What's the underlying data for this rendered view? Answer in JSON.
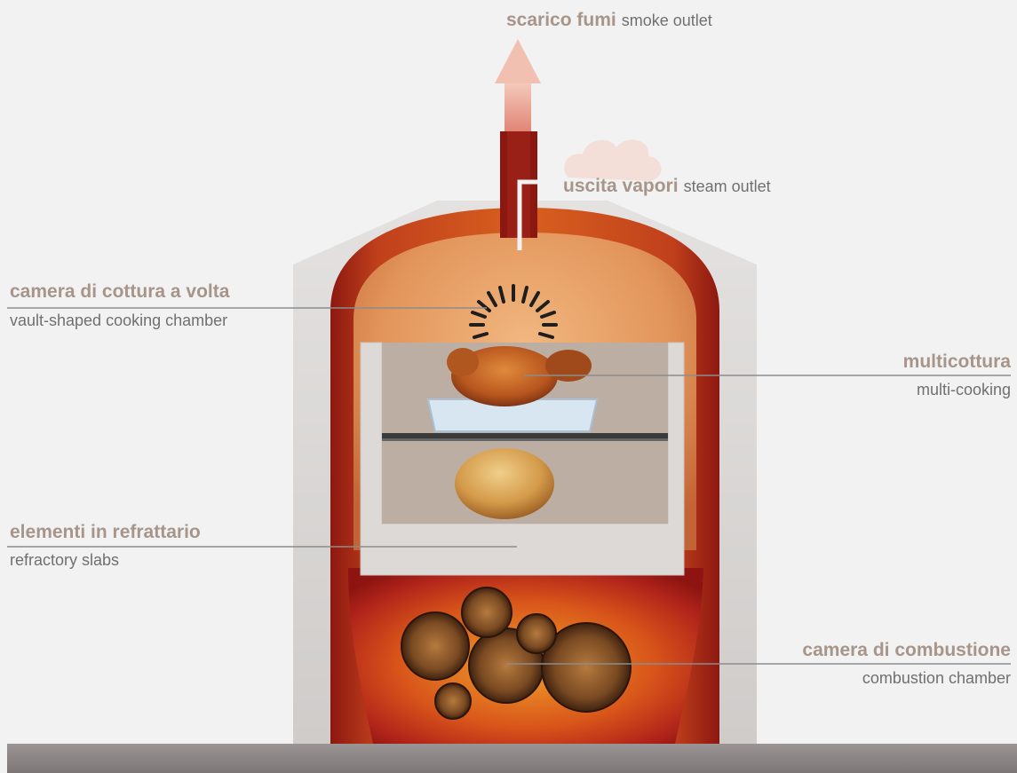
{
  "labels": {
    "smoke_outlet": {
      "it": "scarico fumi",
      "en": "smoke outlet"
    },
    "steam_outlet": {
      "it": "uscita vapori",
      "en": "steam outlet"
    },
    "cooking_chamber": {
      "it": "camera di cottura a volta",
      "en": "vault-shaped cooking chamber"
    },
    "multi_cooking": {
      "it": "multicottura",
      "en": "multi-cooking"
    },
    "refractory": {
      "it": "elementi in refrattario",
      "en": "refractory slabs"
    },
    "combustion": {
      "it": "camera di combustione",
      "en": "combustion chamber"
    }
  },
  "colors": {
    "background": "#f2f2f2",
    "outer_shell": "#d9d6d2",
    "fire_wall": "#9b1c12",
    "chimney": "#8a1810",
    "smoke_arrow": "#e8a090",
    "floor": "#8a8584",
    "label_italian": "#a7958a",
    "label_english": "#707070",
    "leader_line": "#8c8c8c"
  },
  "icons": [
    "smoke-arrow",
    "steam-cloud",
    "roast-chicken",
    "bread-loaf",
    "firewood-logs",
    "heat-radiation-icon"
  ]
}
